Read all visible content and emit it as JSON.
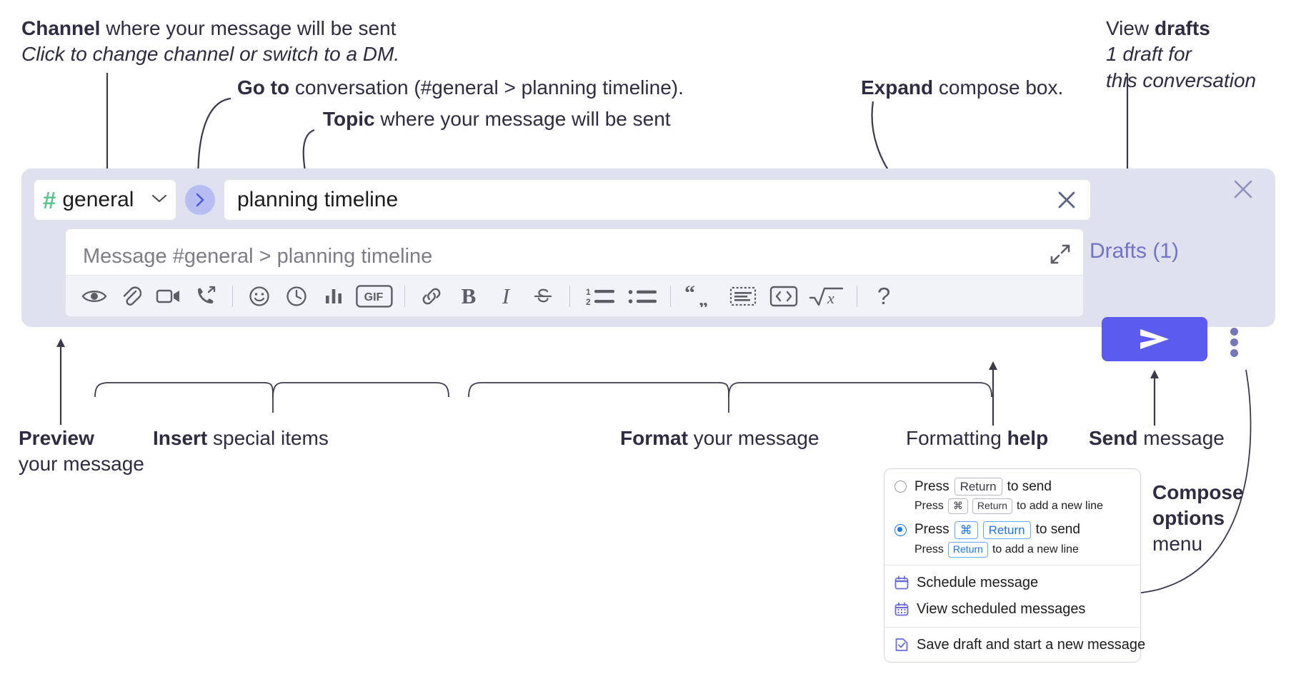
{
  "annotations": {
    "channel": {
      "bold": "Channel",
      "rest": " where your message will be sent",
      "italic": "Click to change channel or switch to a DM."
    },
    "goto": {
      "bold": "Go to",
      "rest": " conversation (#general > planning timeline)."
    },
    "topic": {
      "bold": "Topic",
      "rest": " where your message will be sent"
    },
    "expand": {
      "bold": "Expand",
      "rest": " compose box."
    },
    "drafts": {
      "plain": "View ",
      "bold": "drafts",
      "italic1": "1 draft for",
      "italic2": "this conversation"
    },
    "preview": {
      "bold": "Preview",
      "rest": "your message"
    },
    "insert": {
      "bold": "Insert",
      "rest": " special items"
    },
    "format": {
      "bold": "Format",
      "rest": " your message"
    },
    "help": {
      "plain": "Formatting ",
      "bold": "help"
    },
    "send": {
      "bold": "Send",
      "rest": " message"
    },
    "compose_options": {
      "bold1": "Compose",
      "bold2": "options",
      "plain": "menu"
    }
  },
  "compose": {
    "channel_name": "general",
    "channel_hash": "#",
    "topic_value": "planning timeline",
    "message_placeholder": "Message #general > planning timeline",
    "drafts_label": "Drafts (1)",
    "toolbar_groups": [
      {
        "name": "insert-left",
        "items": [
          {
            "name": "preview-icon",
            "label": "Preview"
          },
          {
            "name": "attachment-icon",
            "label": "Attach file"
          },
          {
            "name": "video-icon",
            "label": "Record video"
          },
          {
            "name": "call-forward-icon",
            "label": "Call"
          }
        ]
      },
      {
        "name": "insert-right",
        "items": [
          {
            "name": "emoji-icon",
            "label": "Emoji"
          },
          {
            "name": "clock-icon",
            "label": "Reminder"
          },
          {
            "name": "poll-icon",
            "label": "Poll"
          },
          {
            "name": "gif-icon",
            "label": "GIF"
          }
        ]
      },
      {
        "name": "format-basic",
        "items": [
          {
            "name": "link-icon",
            "label": "Link"
          },
          {
            "name": "bold-icon",
            "label": "B"
          },
          {
            "name": "italic-icon",
            "label": "I"
          },
          {
            "name": "strikethrough-icon",
            "label": "S"
          }
        ]
      },
      {
        "name": "format-lists",
        "items": [
          {
            "name": "ordered-list-icon",
            "label": "Ordered list"
          },
          {
            "name": "bulleted-list-icon",
            "label": "Bulleted list"
          }
        ]
      },
      {
        "name": "format-blocks",
        "items": [
          {
            "name": "blockquote-icon",
            "label": "Blockquote"
          },
          {
            "name": "code-icon",
            "label": "Code"
          },
          {
            "name": "code-block-icon",
            "label": "Code block"
          },
          {
            "name": "math-icon",
            "label": "Math"
          }
        ]
      },
      {
        "name": "help",
        "items": [
          {
            "name": "help-icon",
            "label": "?"
          }
        ]
      }
    ]
  },
  "options_menu": {
    "option1": {
      "selected": false,
      "press": "Press",
      "key": "Return",
      "suffix": "to send",
      "sub_press": "Press",
      "sub_key1": "⌘",
      "sub_key2": "Return",
      "sub_suffix": "to add a new line"
    },
    "option2": {
      "selected": true,
      "press": "Press",
      "key1": "⌘",
      "key2": "Return",
      "suffix": "to send",
      "sub_press": "Press",
      "sub_key": "Return",
      "sub_suffix": "to add a new line"
    },
    "items": [
      {
        "icon": "calendar-schedule-icon",
        "label": "Schedule message"
      },
      {
        "icon": "calendar-view-icon",
        "label": "View scheduled messages"
      },
      {
        "icon": "save-draft-icon",
        "label": "Save draft and start a new message"
      }
    ]
  },
  "colors": {
    "widget_bg": "#dfe1ee",
    "send_button": "#5b5bf0",
    "hash_green": "#5bc48c",
    "drafts_purple": "#7374c4",
    "goto_circle": "#b6bdf2",
    "accent_blue": "#1d74f5"
  }
}
